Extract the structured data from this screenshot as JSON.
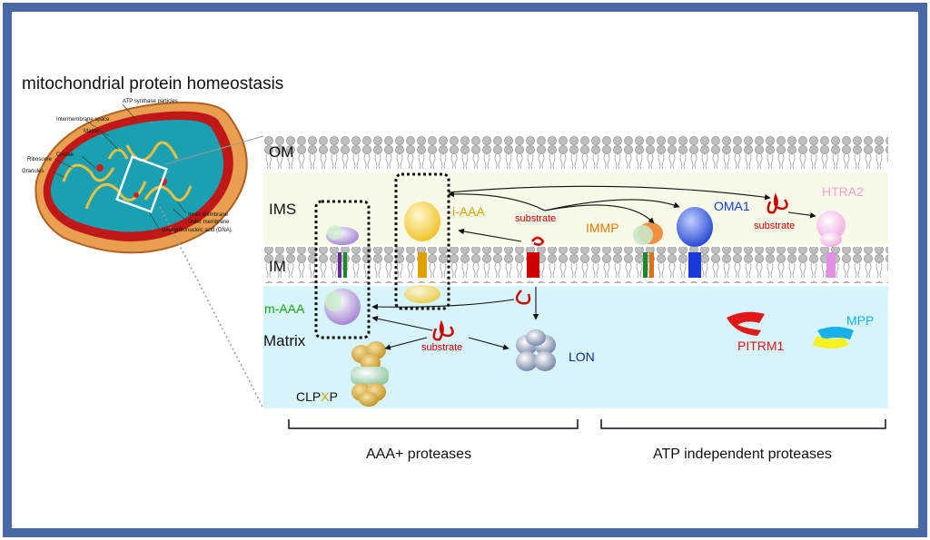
{
  "title": "mitochondrial protein homeostasis",
  "mito_labels": {
    "atp_synthase": "ATP synthase particles",
    "intermembrane_space": "Intermembrane space",
    "matrix": "Matrix",
    "cristae": "Cristae",
    "ribosome": "Ribosome",
    "granules": "Granules",
    "inner_membrane": "Inner membrane",
    "outer_membrane": "Outer membrane",
    "dna": "Deoxyribonucleic acid (DNA)"
  },
  "compartments": {
    "om": "OM",
    "ims": "IMS",
    "im": "IM",
    "matrix": "Matrix"
  },
  "proteases": {
    "i_aaa": "i-AAA",
    "m_aaa": "m-AAA",
    "immp": "IMMP",
    "oma1": "OMA1",
    "htra2": "HTRA2",
    "lon": "LON",
    "pitrm1": "PITRM1",
    "mpp": "MPP",
    "clpxp_a": "CLP",
    "clpxp_b": "X",
    "clpxp_c": "P"
  },
  "substrate_label": "substrate",
  "groups": {
    "aaa": "AAA+ proteases",
    "atp_independent": "ATP independent proteases"
  },
  "colors": {
    "frame": "#4a6aa5",
    "ims_band": "#f7fae6",
    "matrix_band": "#d6f4fa",
    "substrate": "#cc0000",
    "i_aaa": "#e0a000",
    "m_aaa": "#19a519",
    "immp": "#f07800",
    "oma1": "#1a3ad8",
    "htra2": "#f0a0d8",
    "lon": "#0a2a7a",
    "pitrm1": "#e01818",
    "mpp": "#18b0e8"
  }
}
